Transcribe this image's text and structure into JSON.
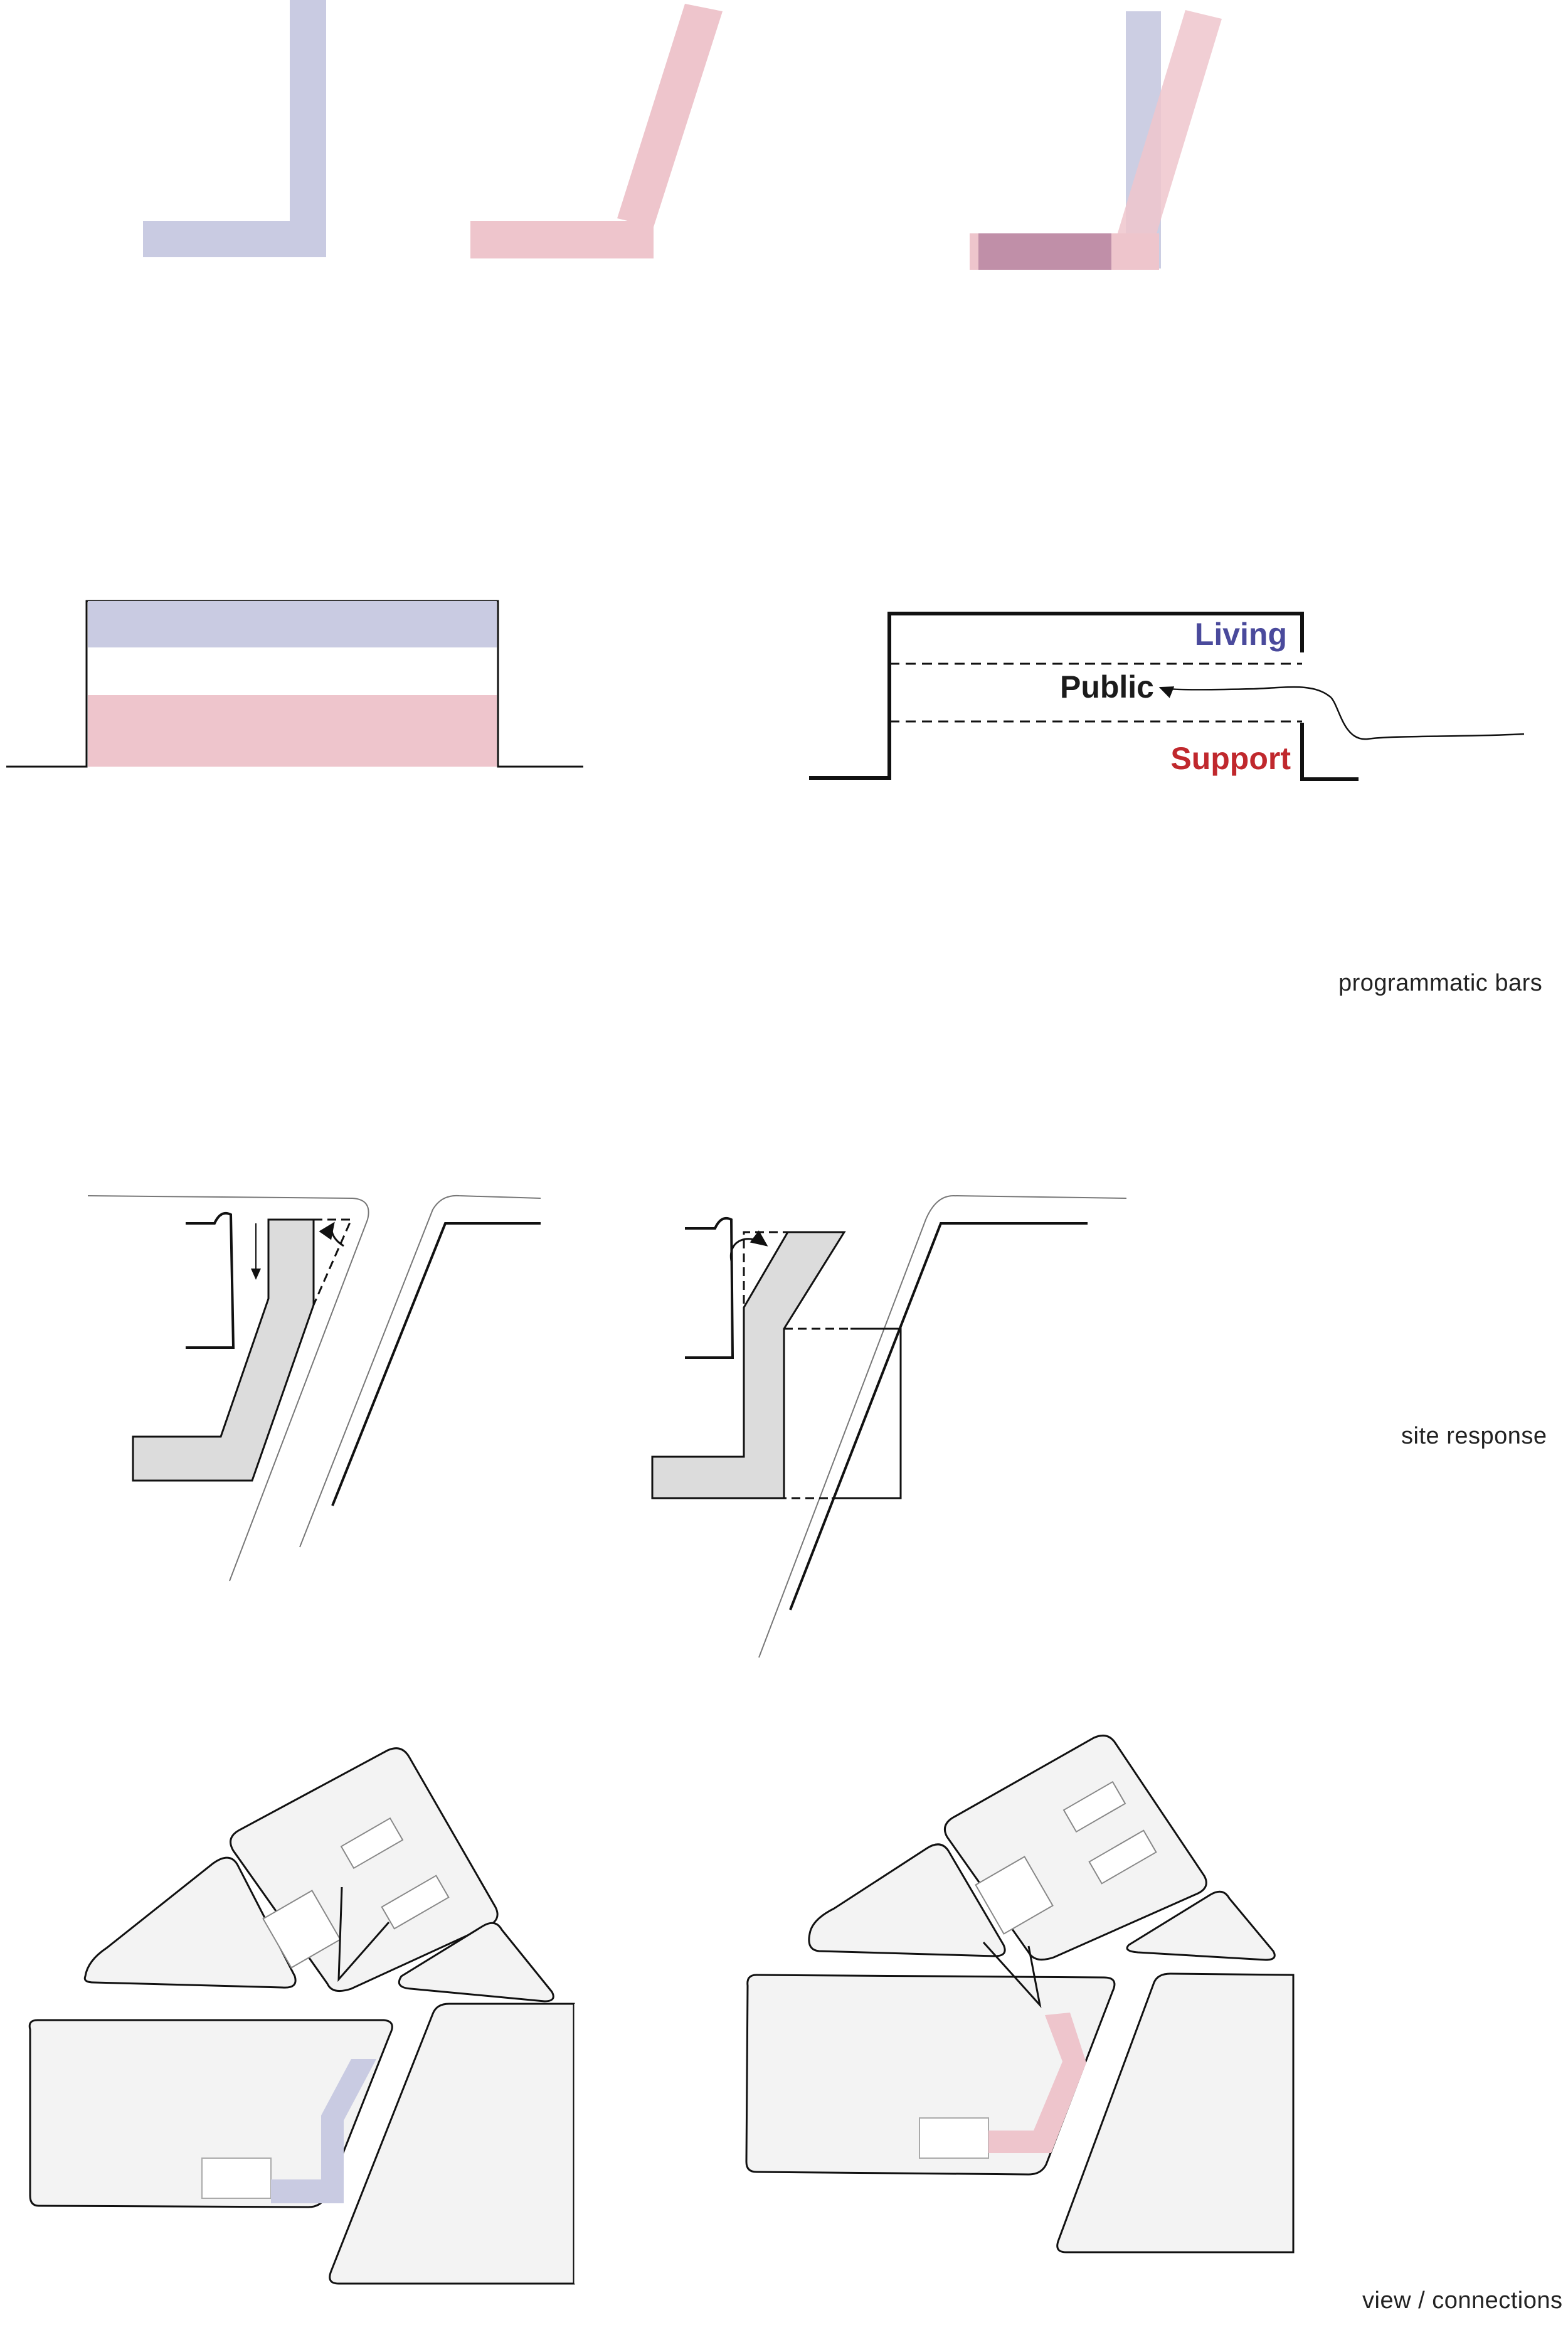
{
  "sections": {
    "programmatic_bars": {
      "caption": "programmatic bars"
    },
    "site_response": {
      "caption": "site response"
    },
    "view_connections": {
      "caption": "view / connections"
    }
  },
  "program_labels": {
    "living": "Living",
    "public": "Public",
    "support": "Support"
  },
  "colors": {
    "living_blue": "#c9cbe2",
    "support_pink": "#eec5cc",
    "overlap_purple": "#c08fa8",
    "living_text": "#4a4a9c",
    "support_text": "#c0282d",
    "footprint_gray": "#dcdcdc",
    "block_fill": "#f3f3f3",
    "line": "#111111"
  },
  "icons": [
    "circulation-arrow-icon",
    "view-arrow-icon"
  ]
}
